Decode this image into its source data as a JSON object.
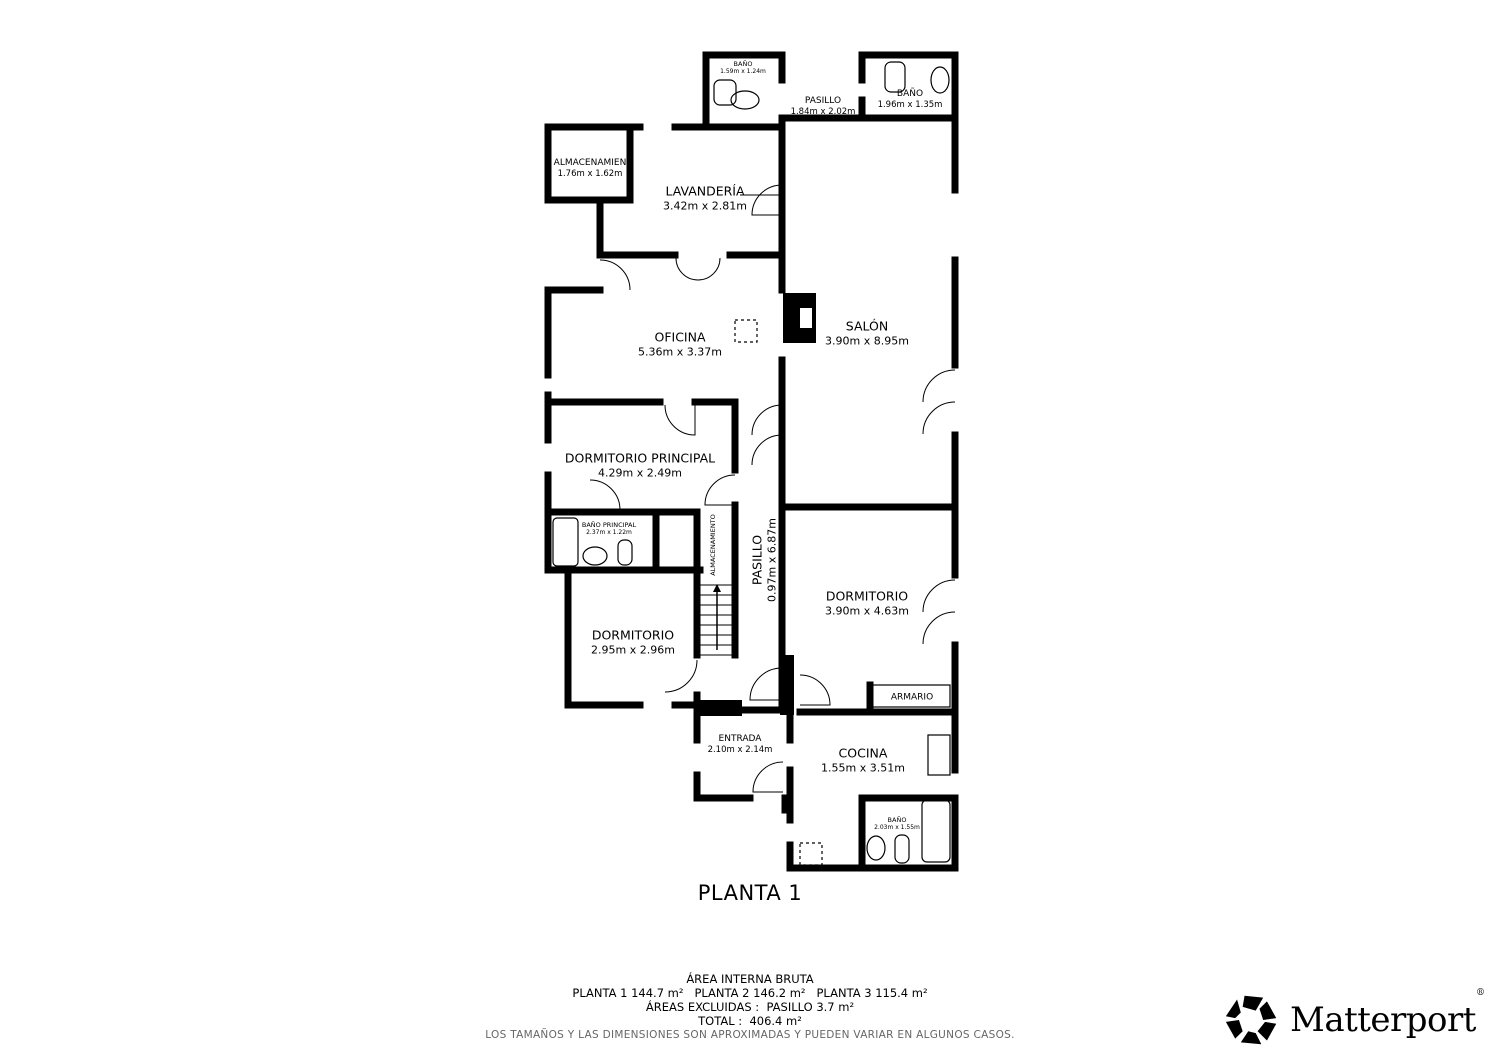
{
  "floor_title": "PLANTA 1",
  "rooms": [
    {
      "name": "BAÑO",
      "dims": "1.59m x 1.24m"
    },
    {
      "name": "PASILLO",
      "dims": "1.84m x 2.02m"
    },
    {
      "name": "BAÑO",
      "dims": "1.96m x 1.35m"
    },
    {
      "name": "ALMACENAMIEN",
      "dims": "1.76m x 1.62m"
    },
    {
      "name": "LAVANDERÍA",
      "dims": "3.42m x 2.81m"
    },
    {
      "name": "OFICINA",
      "dims": "5.36m x 3.37m"
    },
    {
      "name": "SALÓN",
      "dims": "3.90m x 8.95m"
    },
    {
      "name": "DORMITORIO PRINCIPAL",
      "dims": "4.29m x 2.49m"
    },
    {
      "name": "BAÑO PRINCIPAL",
      "dims": "2.37m x 1.22m"
    },
    {
      "name": "ALMACENAMIENTO",
      "dims": ""
    },
    {
      "name": "PASILLO",
      "dims": "0.97m x 6.87m"
    },
    {
      "name": "DORMITORIO",
      "dims": "2.95m x 2.96m"
    },
    {
      "name": "DORMITORIO",
      "dims": "3.90m x 4.63m"
    },
    {
      "name": "ARMARIO",
      "dims": ""
    },
    {
      "name": "ENTRADA",
      "dims": "2.10m x 2.14m"
    },
    {
      "name": "COCINA",
      "dims": "1.55m x 3.51m"
    },
    {
      "name": "BAÑO",
      "dims": "2.03m x 1.55m"
    }
  ],
  "footer": {
    "heading": "ÁREA INTERNA BRUTA",
    "floors_line": "PLANTA 1 144.7 m²   PLANTA 2 146.2 m²   PLANTA 3 115.4 m²",
    "excluded_line": "ÁREAS EXCLUIDAS :  PASILLO 3.7 m²",
    "total_line": "TOTAL :  406.4 m²",
    "disclaimer": "LOS TAMAÑOS Y LAS DIMENSIONES SON APROXIMADAS Y PUEDEN VARIAR EN ALGUNOS CASOS."
  },
  "brand": {
    "name": "Matterport",
    "registered": "®",
    "icon": "matterport-logo-icon"
  }
}
